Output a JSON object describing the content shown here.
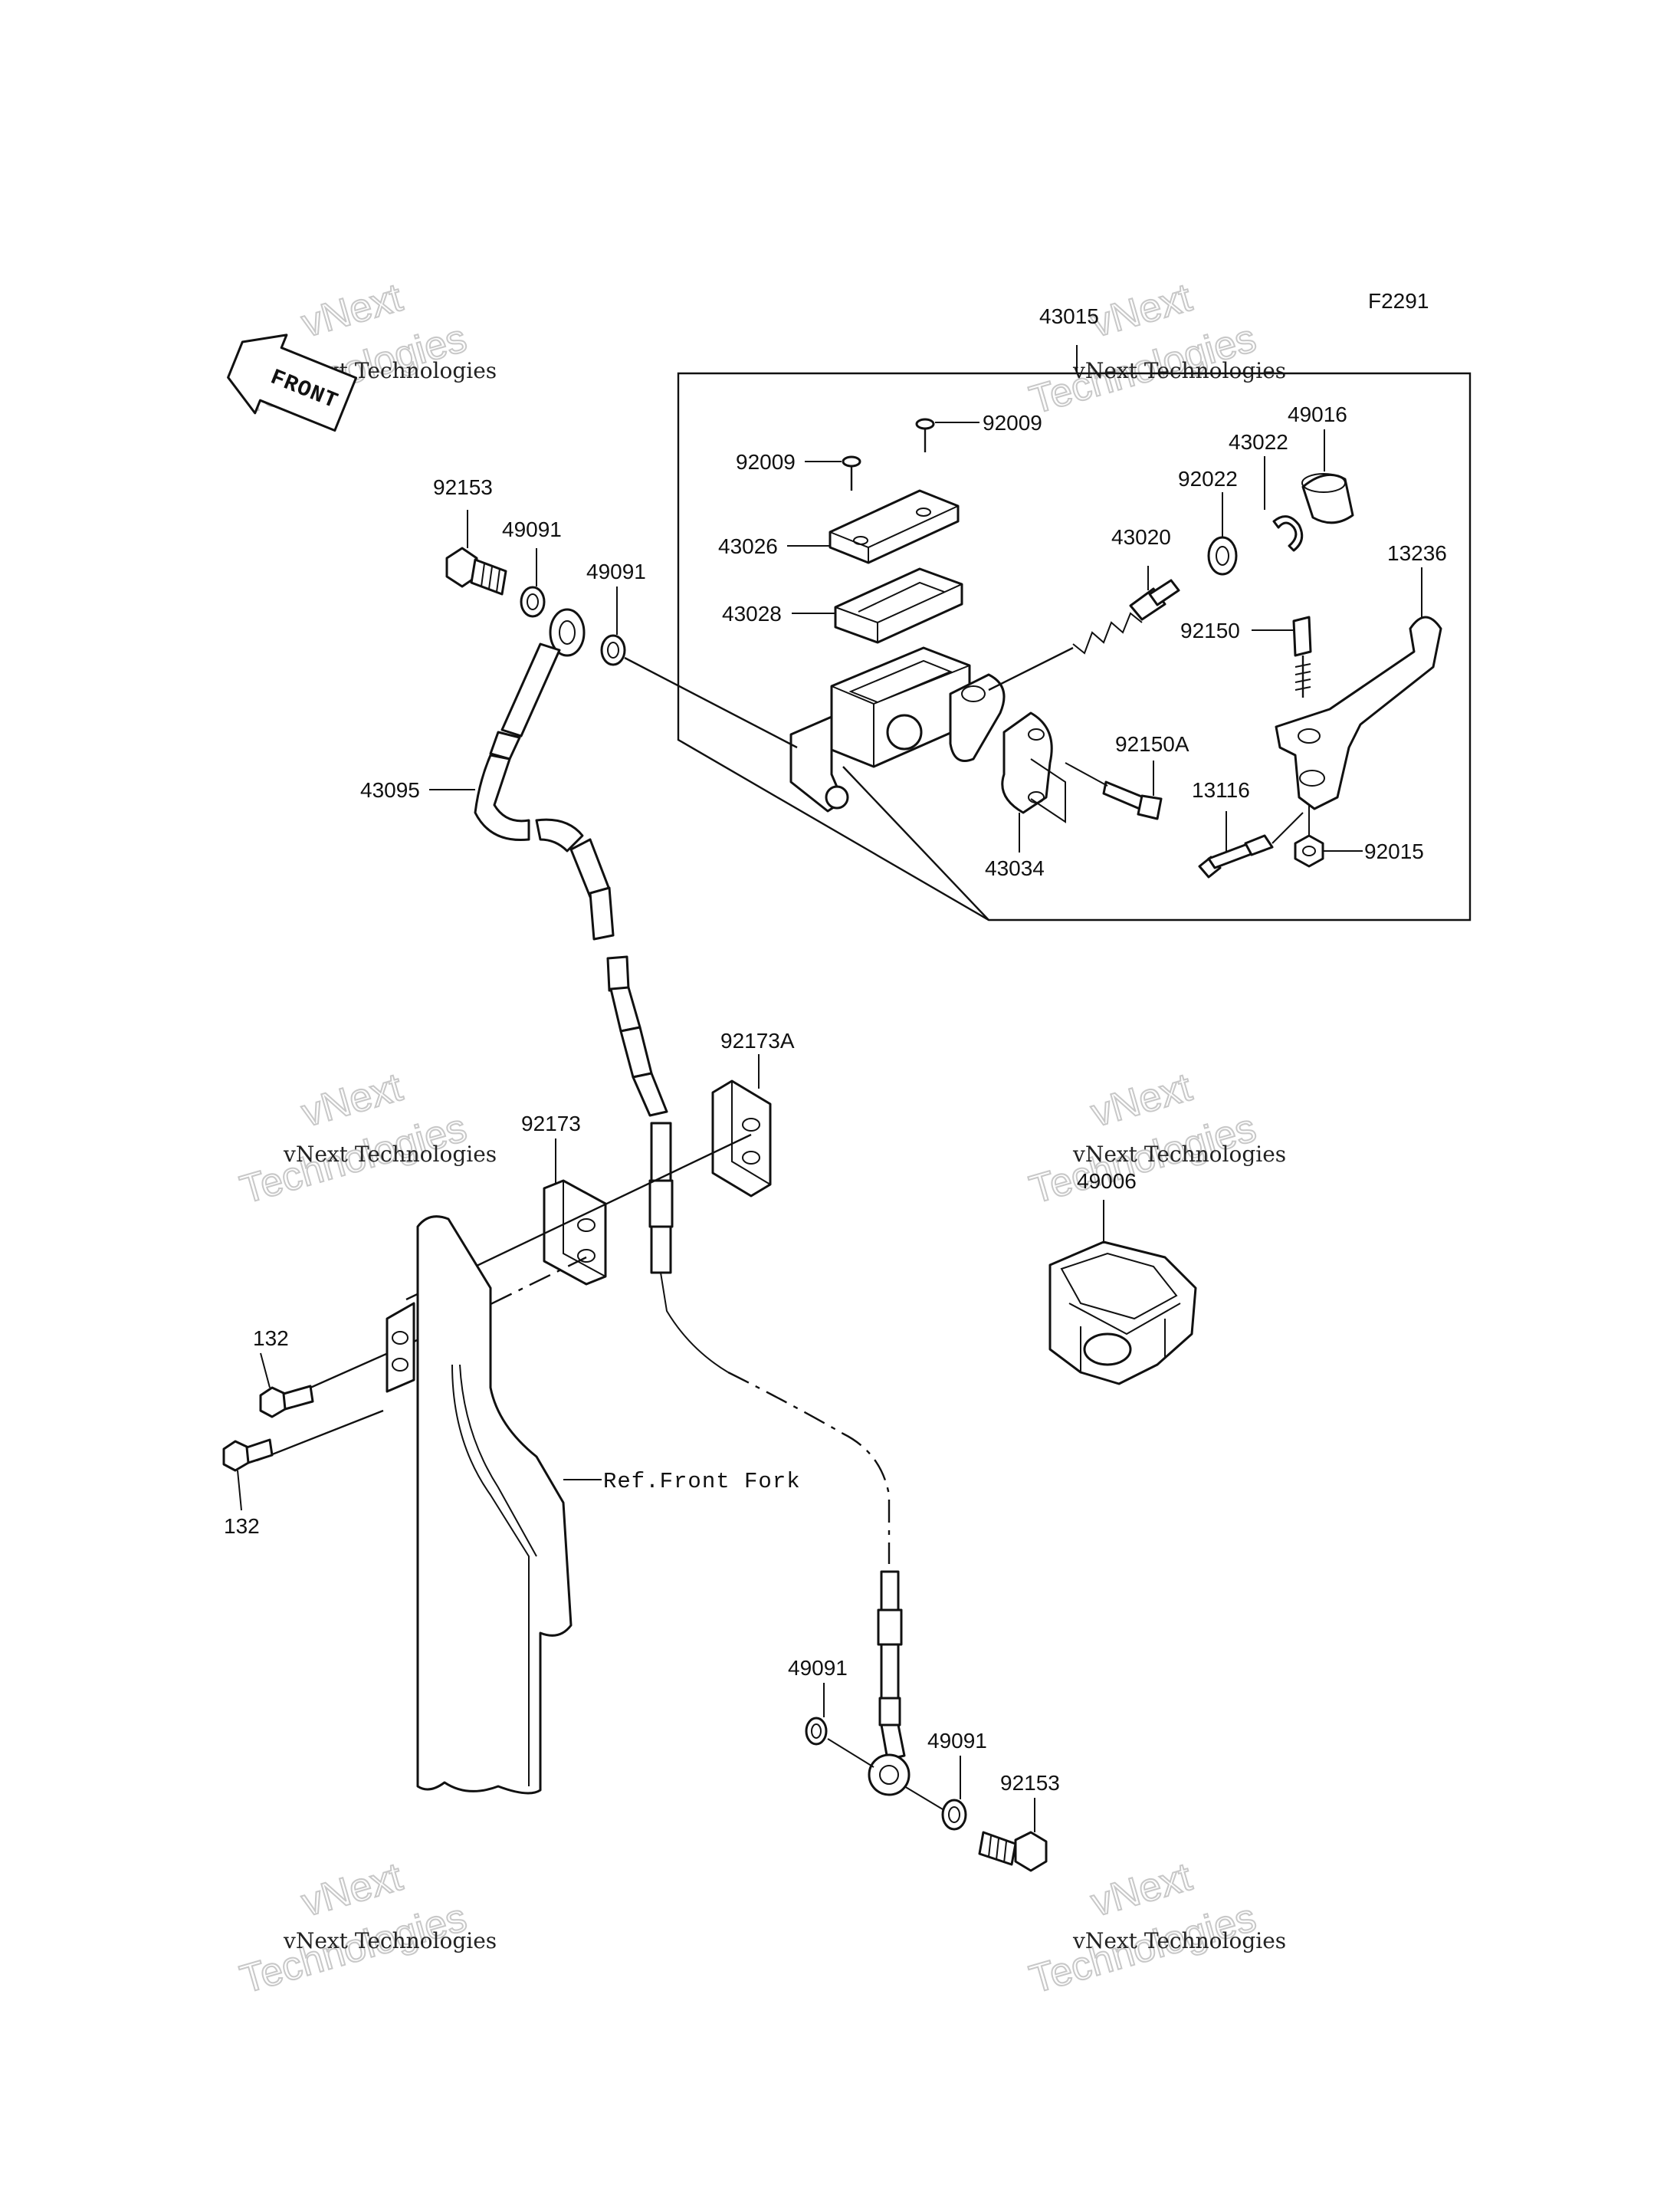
{
  "diagram": {
    "figure_code": "F2291",
    "front_label": "FRONT",
    "reference_text": "Ref.Front Fork",
    "watermark_line1": "vNext Technologies",
    "watermark_line2": "vNext",
    "watermark_line3": "Technologies",
    "parts": {
      "p43015": "43015",
      "p92009_a": "92009",
      "p92009_b": "92009",
      "p49016": "49016",
      "p43022": "43022",
      "p92022": "92022",
      "p43026": "43026",
      "p43020": "43020",
      "p13236": "13236",
      "p43028": "43028",
      "p92150": "92150",
      "p92150A": "92150A",
      "p13116": "13116",
      "p92015": "92015",
      "p43034": "43034",
      "p92153_top": "92153",
      "p49091_top1": "49091",
      "p49091_top2": "49091",
      "p43095": "43095",
      "p92173A": "92173A",
      "p92173": "92173",
      "p49006": "49006",
      "p132_a": "132",
      "p132_b": "132",
      "p49091_bot1": "49091",
      "p49091_bot2": "49091",
      "p92153_bot": "92153"
    }
  }
}
